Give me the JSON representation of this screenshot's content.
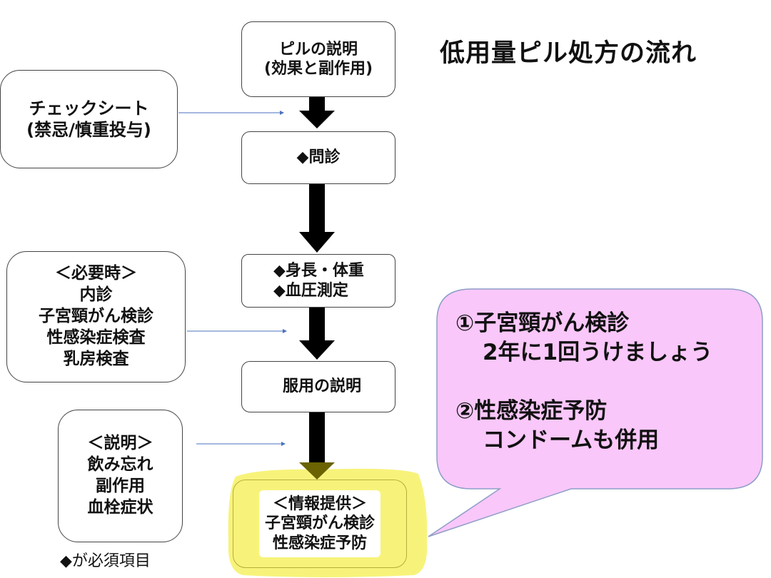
{
  "title": "低用量ピル処方の流れ",
  "footnote": "◆が必須項目",
  "flow_steps": [
    {
      "lines": [
        "ピルの説明",
        "(効果と副作用)"
      ]
    },
    {
      "lines": [
        "◆問診"
      ]
    },
    {
      "lines": [
        "◆身長・体重",
        "◆血圧測定"
      ]
    },
    {
      "lines": [
        "服用の説明"
      ]
    },
    {
      "lines": [
        "＜情報提供＞",
        "子宮頸がん検診",
        "性感染症予防"
      ],
      "highlighted": true
    }
  ],
  "side_notes": [
    {
      "lines": [
        "チェックシート",
        "(禁忌/慎重投与)"
      ],
      "points_to": "◆問診"
    },
    {
      "lines": [
        "＜必要時＞",
        "内診",
        "子宮頸がん検診",
        "性感染症検査",
        "乳房検査"
      ],
      "points_to": "服用の説明"
    },
    {
      "lines": [
        "＜説明＞",
        "飲み忘れ",
        "副作用",
        "血栓症状"
      ],
      "points_to": "情報提供"
    }
  ],
  "callout": {
    "items": [
      {
        "heading": "①子宮頸がん検診",
        "detail": "2年に1回うけましょう"
      },
      {
        "heading": "②性感染症予防",
        "detail": "コンドームも併用"
      }
    ]
  },
  "colors": {
    "highlight": "#f7f37a",
    "callout_fill": "#f9c7f9",
    "callout_border": "#8e9ec8",
    "connector": "#4a72c0",
    "arrow": "#000000"
  }
}
